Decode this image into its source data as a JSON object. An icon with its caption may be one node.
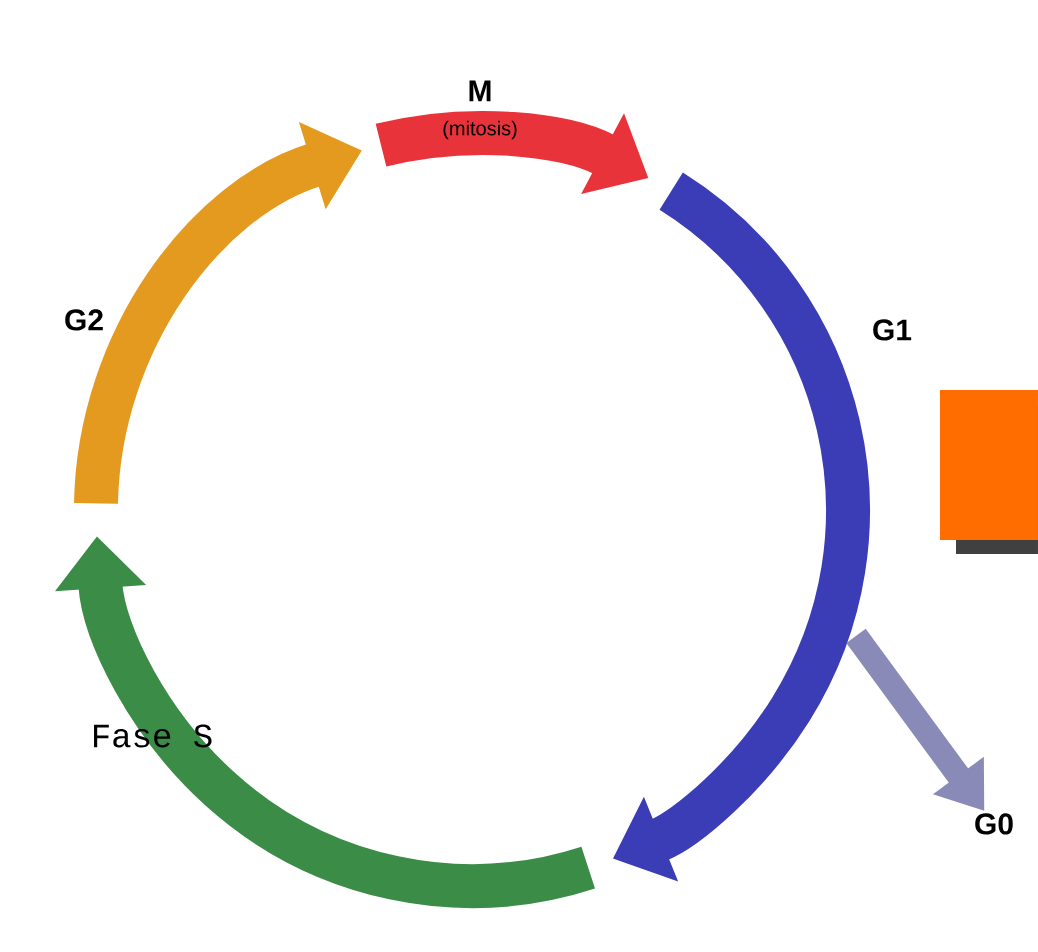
{
  "diagram": {
    "nodes": [
      {
        "text": [
          "M",
          "(mitosis)"
        ]
      },
      {
        "text": [
          "G2"
        ]
      },
      {
        "text": [
          "G1"
        ]
      },
      {
        "text": [
          "Fase S"
        ]
      },
      {
        "text": [
          "G0"
        ]
      }
    ],
    "edges": [
      {
        "from": null,
        "to": 4,
        "arrow": "to"
      }
    ]
  }
}
